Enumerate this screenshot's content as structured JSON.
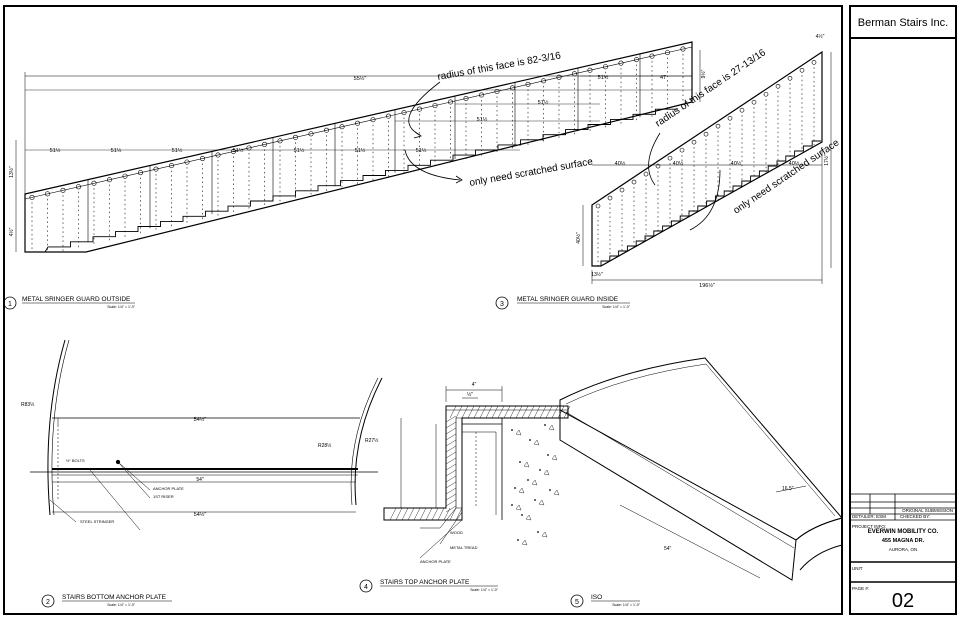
{
  "company": "Berman Stairs Inc.",
  "views": [
    {
      "num": "1",
      "title": "METAL SRINGER GUARD OUTSIDE",
      "scale": "Scale: 1/4\" = 1'-0\""
    },
    {
      "num": "2",
      "title": "STAIRS BOTTOM ANCHOR PLATE",
      "scale": "Scale: 1/4\" = 1'-0\""
    },
    {
      "num": "3",
      "title": "METAL SRINGER GUARD INSIDE",
      "scale": "Scale: 1/4\" = 1'-0\""
    },
    {
      "num": "4",
      "title": "STAIRS TOP ANCHOR PLATE",
      "scale": "Scale: 1/4\" = 1'-0\""
    },
    {
      "num": "5",
      "title": "ISO",
      "scale": "Scale: 1/4\" = 1'-0\""
    }
  ],
  "notes": {
    "radius_outside": "radius of this face is 82-3/16",
    "scratched_outside": "only need scratched surface",
    "radius_inside": "radius of this face is 27-13/16",
    "scratched_inside": "only need scratched surface"
  },
  "dims_outside": {
    "total": "55½\"",
    "right_a": "51½",
    "right_b": "47",
    "mid_top": "51½",
    "mid": "51½",
    "row1": "51½",
    "row2": "51½",
    "row3": "51½",
    "row4": "51½",
    "row5": "51½",
    "row6": "51½",
    "row7": "51½",
    "left_h": "13½\"",
    "left_h2": "4½\"",
    "right_h": "9½\""
  },
  "dims_inside": {
    "d1": "40½",
    "d2": "40½",
    "d3": "40½",
    "d4": "40½",
    "left_h": "40½\"",
    "right_h": "17½\"",
    "top_h": "4½\"",
    "bottom_w": "196½\"",
    "bottom_left": "13½\""
  },
  "anchor_bottom": {
    "r_left": "R83½",
    "top_w": "54½\"",
    "r_right1": "R28½",
    "r_right2": "R27½",
    "mid_w": "54\"",
    "bot_w": "54½\"",
    "bolts": "½\" BOLTS",
    "anchor_plate": "ANCHOR PLATE",
    "riser": "1ST RISER",
    "stringer": "STEEL STRINGER"
  },
  "anchor_top": {
    "w_top": "4\"",
    "w_inner": "½\"",
    "wood": "WOOD",
    "metal_tread": "METAL TREAD",
    "anchor_plate": "ANCHOR PLATE"
  },
  "iso": {
    "small_dim": "16.5\"",
    "long_dim": "54\""
  },
  "title_block": {
    "original_submission": "ORIGINAL SUBMISSION",
    "detailer": "DETAILER: ESM",
    "checked_by": "CHECKED BY:",
    "project_label": "PROJECT INFO:",
    "project_name": "EVERWIN MOBILITY CO.",
    "address": "455 MAGNA DR.",
    "city": "AURORA, ON",
    "unit_label": "UNIT",
    "page_label": "PAGE #:",
    "page_num": "02"
  }
}
